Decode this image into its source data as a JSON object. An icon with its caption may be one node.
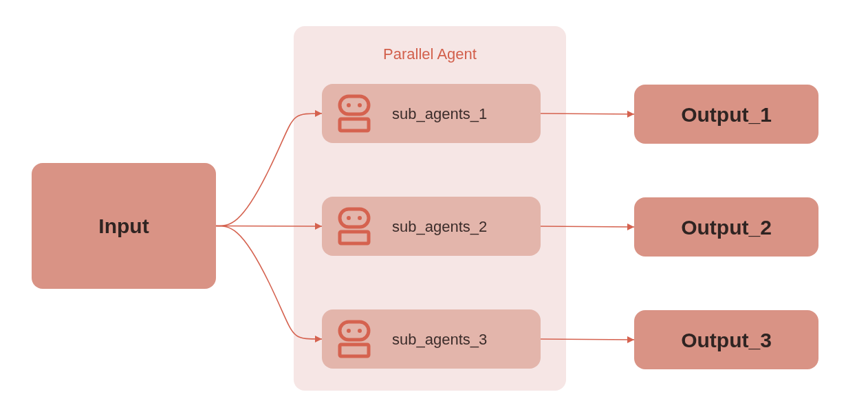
{
  "diagram": {
    "nodes": [
      {
        "text": [
          "Input"
        ]
      },
      {
        "text": [
          "Parallel Agent"
        ]
      },
      {
        "text": [
          "sub_agents_1"
        ],
        "in": 1
      },
      {
        "text": [
          "sub_agents_2"
        ],
        "in": 1
      },
      {
        "text": [
          "sub_agents_3"
        ],
        "in": 1
      },
      {
        "text": [
          "Output_1"
        ]
      },
      {
        "text": [
          "Output_2"
        ]
      },
      {
        "text": [
          "Output_3"
        ]
      }
    ],
    "edges": [
      {
        "from": 0,
        "to": 2,
        "arrow": "to"
      },
      {
        "from": 0,
        "to": 3,
        "arrow": "to"
      },
      {
        "from": 0,
        "to": 4,
        "arrow": "to"
      },
      {
        "from": 2,
        "to": 5,
        "arrow": "to"
      },
      {
        "from": 3,
        "to": 6,
        "arrow": "to"
      },
      {
        "from": 4,
        "to": 7,
        "arrow": "to"
      }
    ]
  }
}
